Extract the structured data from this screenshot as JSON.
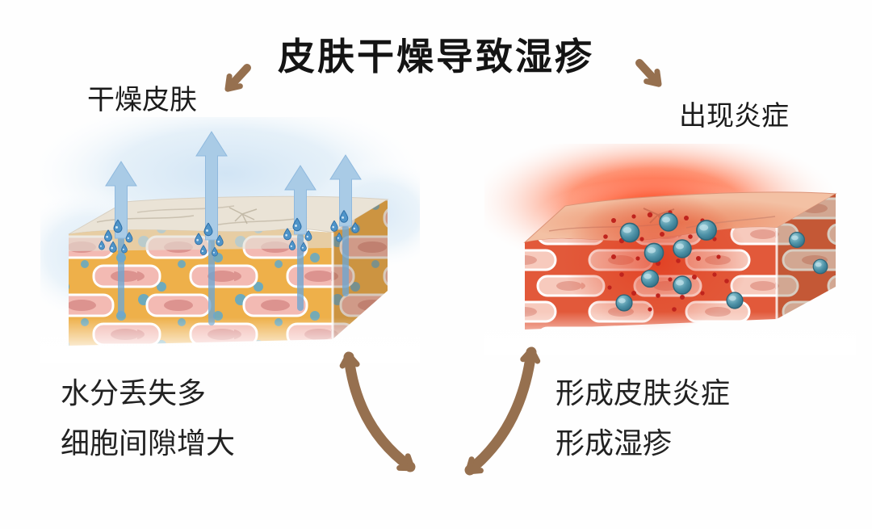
{
  "title": "皮肤干燥导致湿疹",
  "left_panel": {
    "label": "干燥皮肤",
    "captions": [
      "水分丢失多",
      "细胞间隙增大"
    ]
  },
  "right_panel": {
    "label": "出现炎症",
    "captions": [
      "形成皮肤炎症",
      "形成湿疹"
    ]
  },
  "icons": {
    "left_pointer": "arrow-down-left",
    "right_pointer": "arrow-down-right",
    "left_illustration": "dry-skin-block-with-evaporation-arrows",
    "right_illustration": "inflamed-skin-block-with-immune-cells",
    "center": "two-curved-double-headed-arrows"
  },
  "colors": {
    "background": "#fefefe",
    "text": "#1b1b1b",
    "arrow_brown": "#96704f",
    "evaporation_blue": "#a9cbe6",
    "droplet_blue": "#4f94c9",
    "haze_blue": "#d7e8f6",
    "cell_pink": "#f3bab3",
    "matrix_orange": "#eeb04a",
    "gap_blue": "#57a9d0",
    "dry_surface_gray": "#eae3d6",
    "inflamed_matrix_red": "#e2593a",
    "inflamed_cell_pink": "#f7cabd",
    "immune_cell_teal": "#4f93a8",
    "inflammation_dot_red": "#bf231d",
    "glow_red": "#ff3710"
  }
}
